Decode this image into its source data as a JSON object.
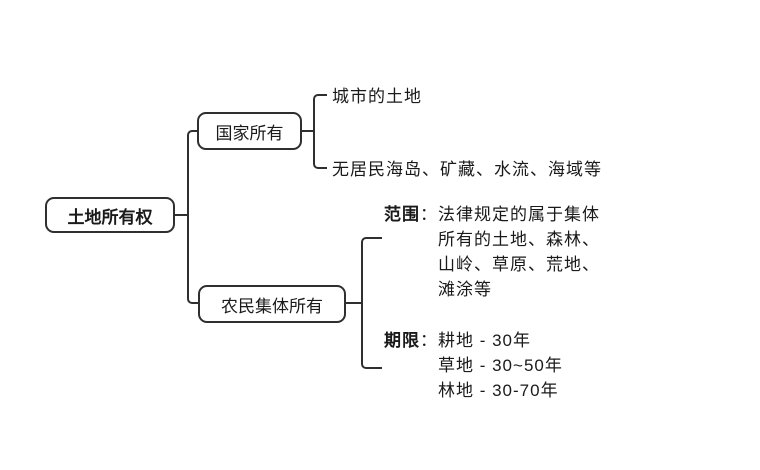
{
  "diagram": {
    "root": {
      "label": "土地所有权"
    },
    "branch_state": {
      "label": "国家所有",
      "leaf_urban": "城市的土地",
      "leaf_other": "无居民海岛、矿藏、水流、海域等"
    },
    "branch_collective": {
      "label": "农民集体所有",
      "scope": {
        "label": "范围",
        "colon": "：",
        "lines": [
          "法律规定的属于集体",
          "所有的土地、森林、",
          "山岭、草原、荒地、",
          "滩涂等"
        ]
      },
      "term": {
        "label": "期限",
        "colon": "：",
        "lines": [
          "耕地 - 30年",
          "草地 - 30~50年",
          "林地 - 30-70年"
        ]
      }
    },
    "colors": {
      "line": "#2f2f2f",
      "text": "#1a1a1a",
      "background": "#ffffff"
    }
  }
}
